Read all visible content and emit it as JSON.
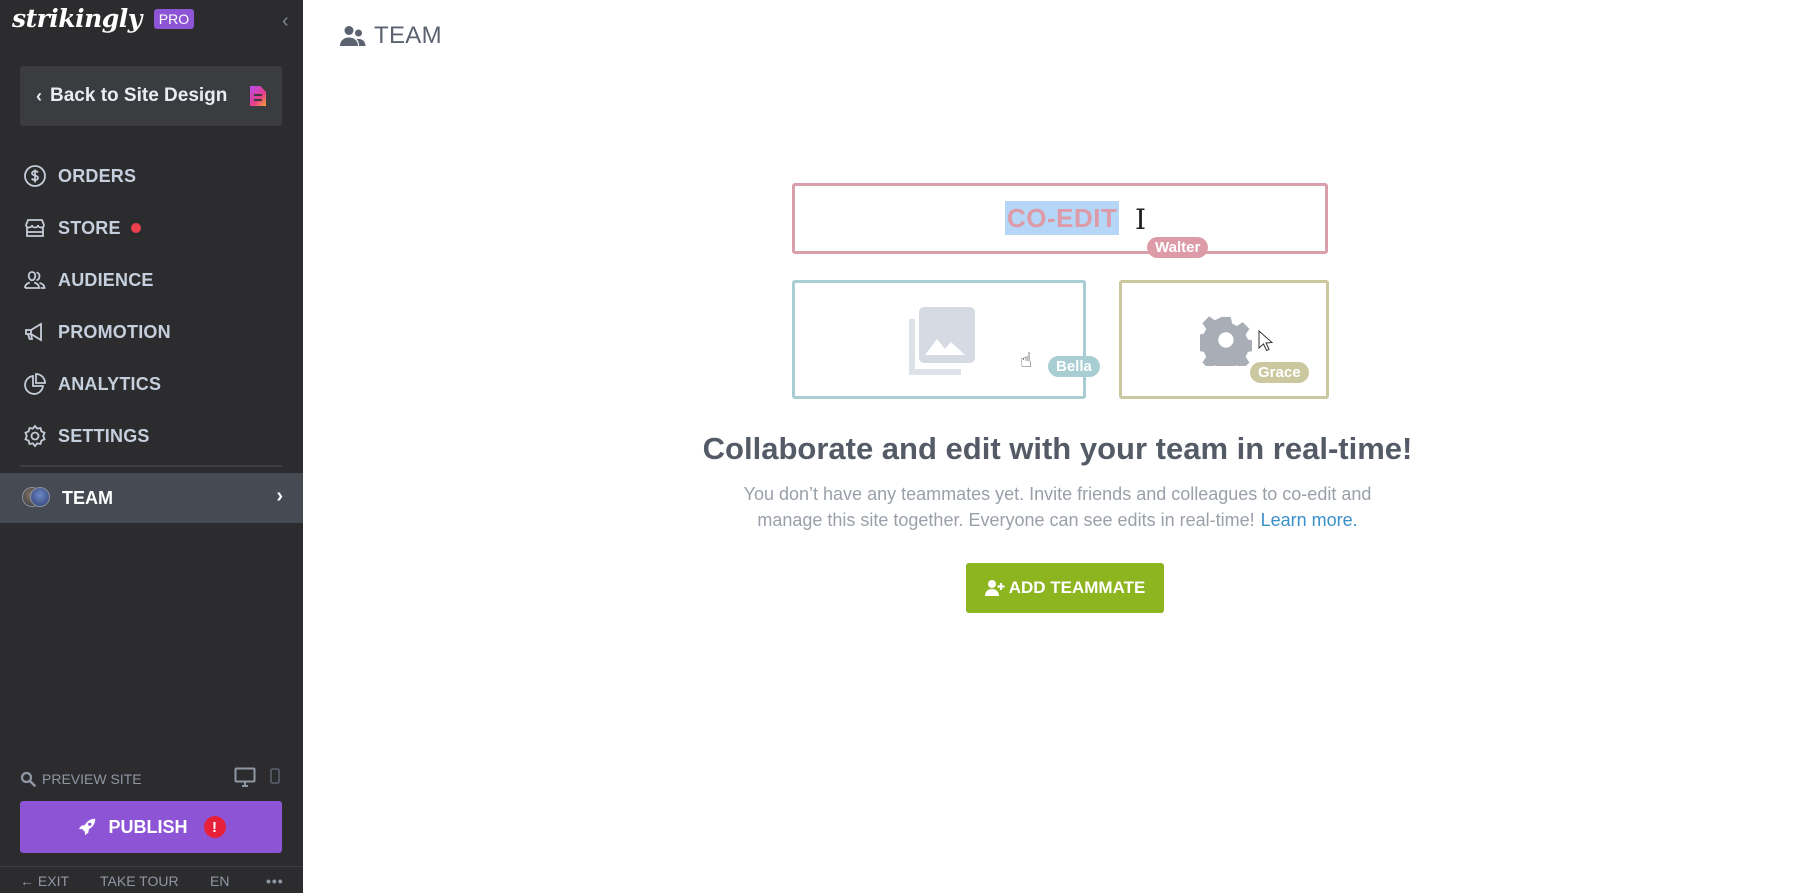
{
  "sidebar": {
    "brand": "strikingly",
    "plan_badge": "PRO",
    "back_button": "Back to Site Design",
    "nav": [
      {
        "id": "orders",
        "label": "ORDERS",
        "icon": "dollar-circle-icon"
      },
      {
        "id": "store",
        "label": "STORE",
        "icon": "store-icon",
        "notification_dot": true
      },
      {
        "id": "audience",
        "label": "AUDIENCE",
        "icon": "users-icon"
      },
      {
        "id": "promotion",
        "label": "PROMOTION",
        "icon": "megaphone-icon"
      },
      {
        "id": "analytics",
        "label": "ANALYTICS",
        "icon": "pie-chart-icon"
      },
      {
        "id": "settings",
        "label": "SETTINGS",
        "icon": "gear-icon"
      }
    ],
    "active_item": {
      "label": "TEAM",
      "icon": "team-avatars-icon"
    },
    "preview_label": "PREVIEW SITE",
    "publish_label": "PUBLISH",
    "publish_alert": "!",
    "footer": {
      "exit": "EXIT",
      "tour": "TAKE TOUR",
      "lang": "EN",
      "more": "•••"
    }
  },
  "main": {
    "title": "TEAM",
    "illustration": {
      "coedit_text": "CO-EDIT",
      "users": [
        "Walter",
        "Bella",
        "Grace"
      ]
    },
    "headline": "Collaborate and edit with your team in real-time!",
    "description": "You don’t have any teammates yet. Invite friends and colleagues to co-edit and manage this site together. Everyone can see edits in real-time!",
    "learn_more": "Learn more.",
    "add_button": "ADD TEAMMATE"
  },
  "colors": {
    "sidebar_bg": "#2c2c2e",
    "publish": "#8d55d6",
    "add_teammate": "#8cb51f",
    "link": "#3a90c9",
    "walter": "#dc9ba7",
    "bella": "#a8cdd3",
    "grace": "#cbc89f"
  }
}
